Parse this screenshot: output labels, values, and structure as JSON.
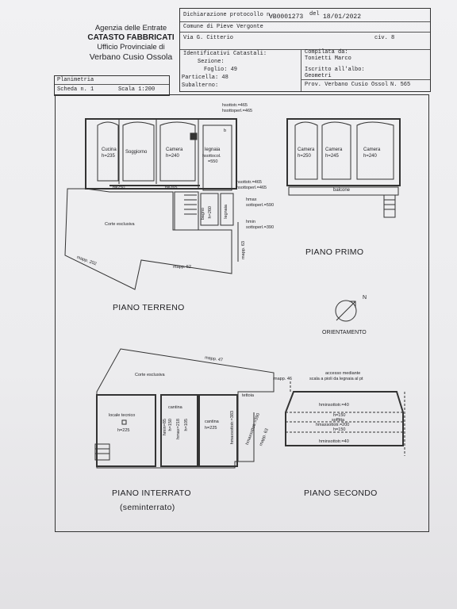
{
  "header": {
    "agency": "Agenzia delle Entrate",
    "catasto": "CATASTO FABBRICATI",
    "office": "Ufficio Provinciale di",
    "province": "Verbano Cusio Ossola"
  },
  "declaration": {
    "label": "Dichiarazione protocollo n.",
    "number": "VB0001273",
    "del": "del",
    "date": "18/01/2022",
    "comune": "Comune di Pieve Vergonte",
    "via": "Via G. Citterio",
    "civ": "civ. 8",
    "ident_title": "Identificativi Catastali:",
    "sezione": "Sezione:",
    "foglio": "Foglio: 49",
    "particella": "Particella: 48",
    "subalterno": "Subalterno:",
    "compilata": "Compilata da:",
    "name": "Tonietti Marco",
    "iscritto": "Iscritto all'albo:",
    "albo": "Geometri",
    "prov": "Prov. Verbano Cusio Ossol",
    "num": "N. 565"
  },
  "planimetria": {
    "title": "Planimetria",
    "scheda": "Scheda n. 1",
    "scala": "Scala 1:200"
  },
  "floors": {
    "terreno": "PIANO TERRENO",
    "primo": "PIANO PRIMO",
    "interrato": "PIANO INTERRATO",
    "seminterrato": "(seminterrato)",
    "secondo": "PIANO SECONDO",
    "orientamento": "ORIENTAMENTO",
    "north": "N"
  },
  "rooms": {
    "cucina": "Cucina",
    "cucina_h": "h=235",
    "soggiorno": "Soggiorno",
    "camera": "Camera",
    "camera_h240": "h=240",
    "legnaia": "legnaia",
    "legnaia_h": "hsottocol.",
    "legnaia_h2": "=550",
    "h250": "h=250",
    "h265": "h=265",
    "bagno": "bagno",
    "bagno_h": "h=260",
    "corte": "Corte esclusiva",
    "mapp202": "mapp. 202",
    "mapp52": "mapp. 52",
    "mapp63": "mapp. 63",
    "hsottotr465": "hsottotr.=465",
    "hsottoperl465": "hsottoperl.=465",
    "hmax": "hmax",
    "sottoperl590": "sottoperl.=590",
    "hmin": "hmin",
    "sottoperl390": "sottoperl.=390",
    "b": "b",
    "p1_camera1_h": "h=250",
    "p1_camera2_h": "h=245",
    "p1_camera3_h": "h=240",
    "balcone": "balcone",
    "mapp47": "mapp. 47",
    "mapp46": "mapp. 46",
    "corte2": "Corte esclusiva",
    "tettoia": "tettoia",
    "locale_tecnico": "locale tecnico",
    "lt_h": "h=225",
    "cantina": "cantina",
    "cantina_h": "h=225",
    "hmin85": "hmin=85",
    "h150": "h=150",
    "hmax218": "hmax=218",
    "h105": "h=105",
    "hmax383": "hmaxsottotr.=383",
    "hmax390": "hmaxsottotr.=390",
    "accesso": "accesso mediante",
    "scala": "scala a pioli da legnaia al pt",
    "hmin40a": "hminsottotr.=40",
    "h150b": "h=150",
    "soffitta": "soffitta",
    "hmax200": "hmaxsottotr.=200",
    "h150c": "h=150",
    "hmin40b": "hminsottotr.=40"
  }
}
